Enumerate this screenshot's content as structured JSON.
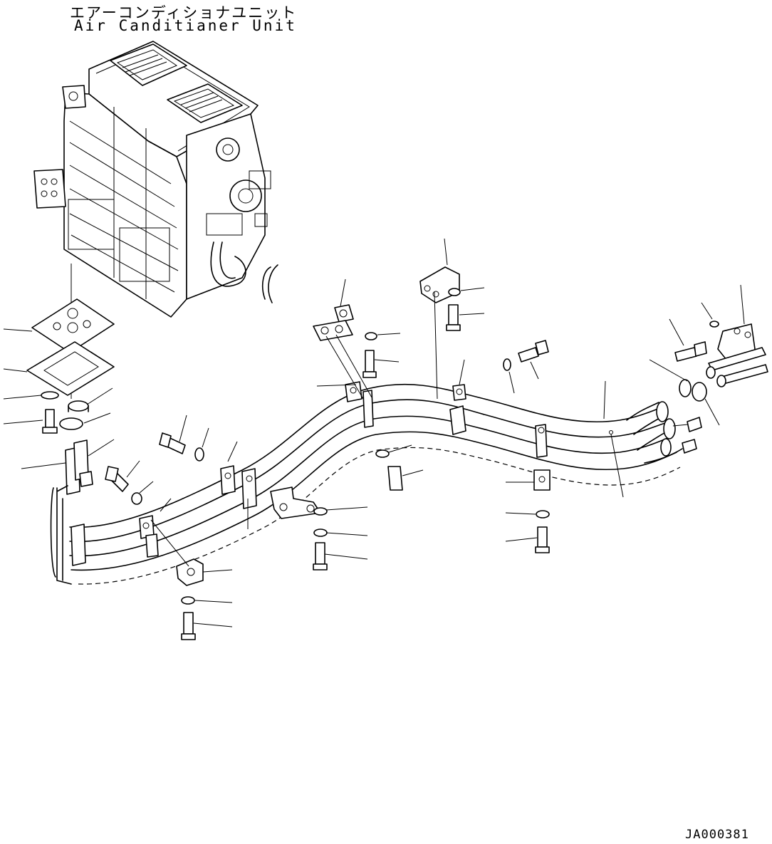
{
  "diagram": {
    "title_jp": "エアーコンディショナユニット",
    "title_en": "Air Canditianer Unit",
    "drawing_id": "JA000381"
  }
}
